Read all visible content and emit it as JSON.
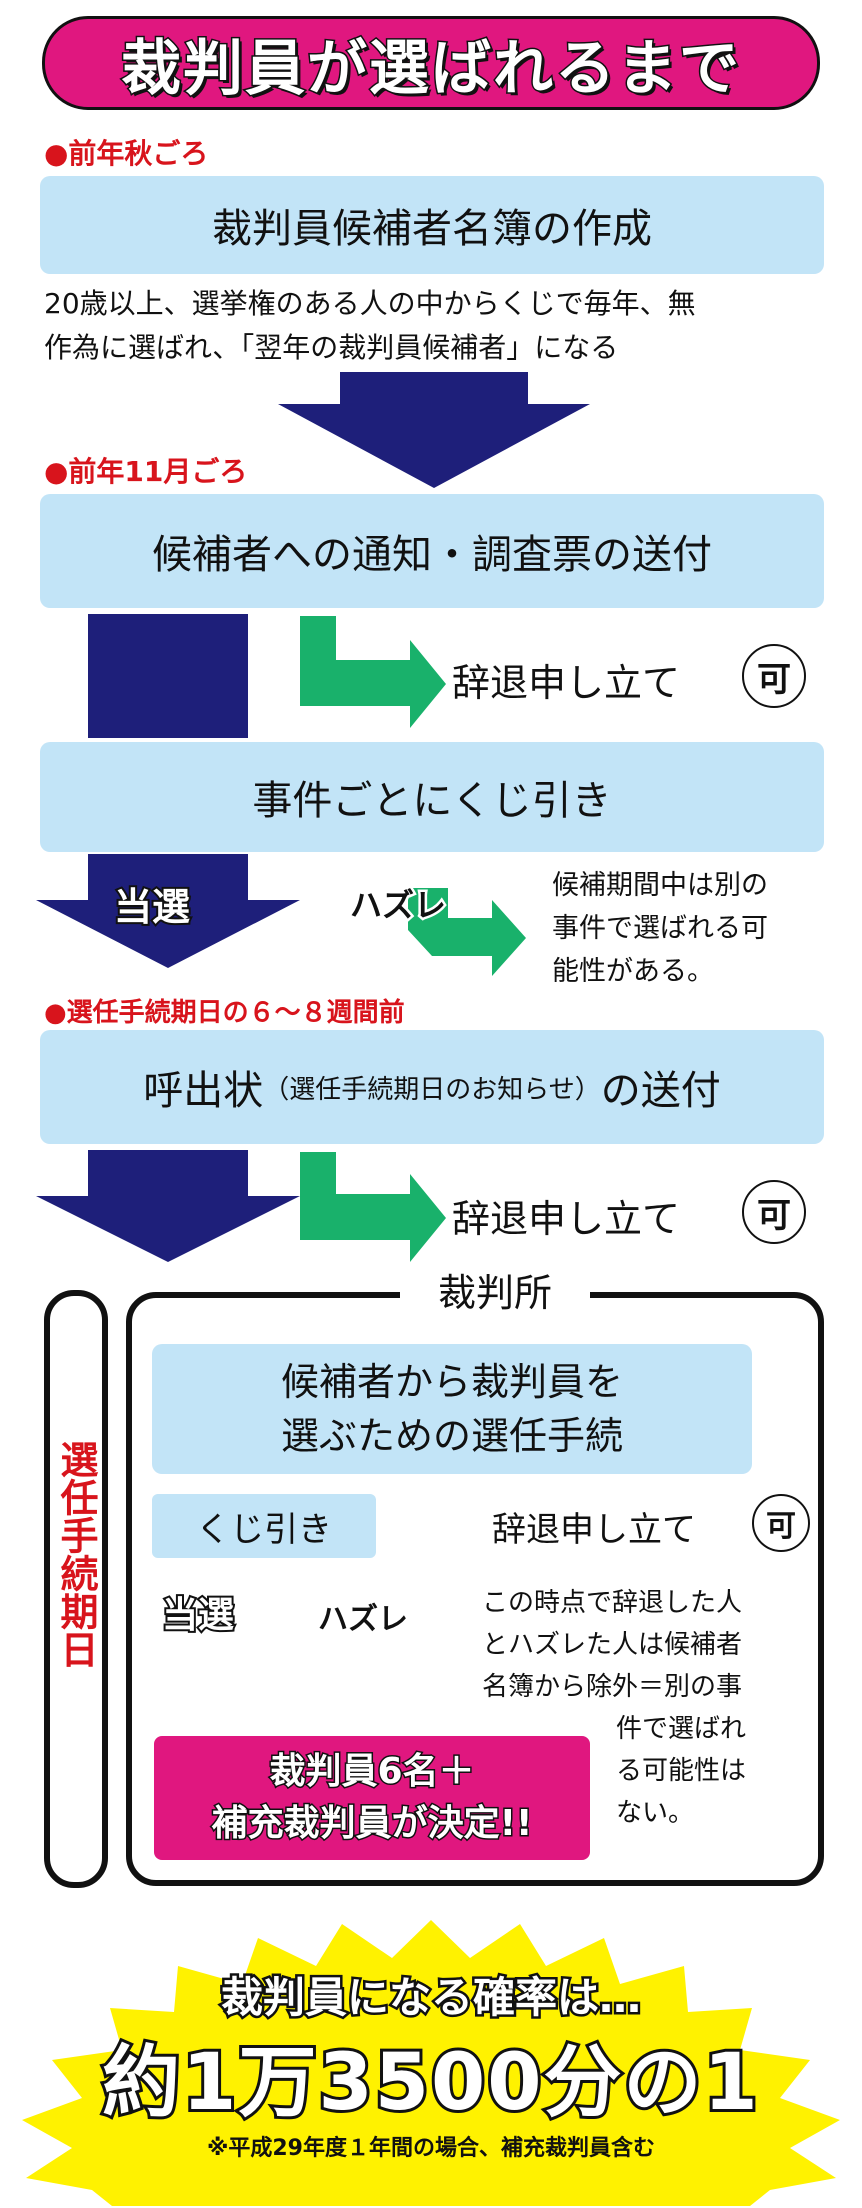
{
  "title": "裁判員が選ばれるまで",
  "steps": {
    "s1_timing": "●前年秋ごろ",
    "s1_box": "裁判員候補者名簿の作成",
    "s1_desc_1": "20歳以上、選挙権のある人の中からくじで毎年、無",
    "s1_desc_2": "作為に選ばれ、「翌年の裁判員候補者」になる",
    "s2_timing": "●前年11月ごろ",
    "s2_box": "候補者への通知・調査票の送付",
    "s2_taishi": "辞退申し立て",
    "s2_ka": "可",
    "s3_box": "事件ごとにくじ引き",
    "s3_tousen": "当選",
    "s3_hazure": "ハズレ",
    "s3_note_1": "候補期間中は別の",
    "s3_note_2": "事件で選ばれる可",
    "s3_note_3": "能性がある。",
    "s4_timing": "●選任手続期日の６～８週間前",
    "s4_box_main": "呼出状",
    "s4_box_paren": "（選任手続期日のお知らせ）",
    "s4_box_tail": "の送付",
    "s4_taishi": "辞退申し立て",
    "s4_ka": "可"
  },
  "court": {
    "label": "裁判所",
    "side_label": "選任手続期日",
    "box_line1": "候補者から裁判員を",
    "box_line2": "選ぶための選任手続",
    "lottery": "くじ引き",
    "taishi": "辞退申し立て",
    "ka": "可",
    "tousen": "当選",
    "hazure": "ハズレ",
    "note_1": "この時点で辞退した人",
    "note_2": "とハズレた人は候補者",
    "note_3": "名簿から除外＝別の事",
    "note_4": "件で選ばれ",
    "note_5": "る可能性は",
    "note_6": "ない。",
    "decided_1": "裁判員6名＋",
    "decided_2": "補充裁判員が決定!!"
  },
  "probability": {
    "line1": "裁判員になる確率は…",
    "line2": "約1万3500分の1",
    "note": "※平成29年度１年間の場合、補充裁判員含む"
  },
  "colors": {
    "magenta": "#e0177f",
    "light_blue": "#c2e4f7",
    "navy": "#1e1f7a",
    "green": "#19b16b",
    "red": "#d8141c",
    "yellow": "#fff200"
  }
}
